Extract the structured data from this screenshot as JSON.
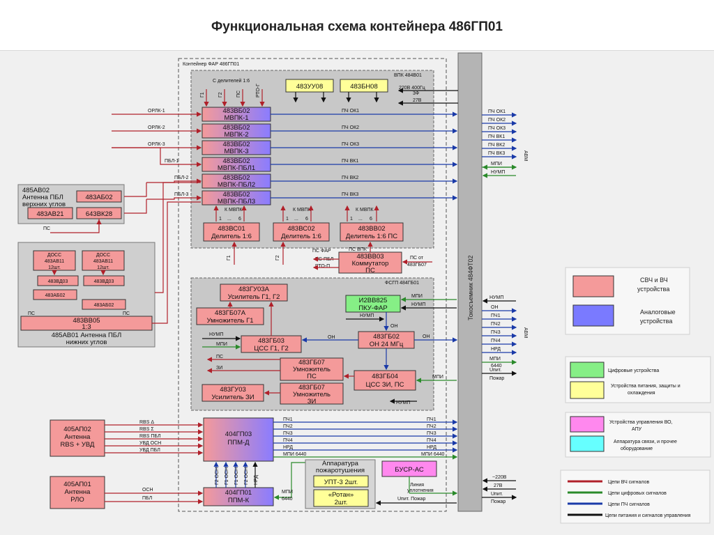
{
  "title": "Функциональная схема контейнера 486ГП01",
  "container": "Контейнер ФАР 486ГП01",
  "vpk": {
    "label": "ВПК 484В01",
    "top_inputs": [
      "С делителей 1:6",
      "Г1",
      "Г2",
      "ПС",
      "РТО-Г"
    ],
    "y1": "483УУ08",
    "y2": "483БН08",
    "power": [
      "220В 400Гц",
      "3Ф",
      "27В"
    ],
    "rows": [
      {
        "l1": "483ВБ02",
        "l2": "МВПК-1",
        "in": "ОРЛК-1",
        "out": "ПЧ ОК1"
      },
      {
        "l1": "483ВБ02",
        "l2": "МВПК-2",
        "in": "ОРЛК-2",
        "out": "ПЧ ОК2"
      },
      {
        "l1": "483ВБ02",
        "l2": "МВПК-3",
        "in": "ОРЛК-3",
        "out": "ПЧ ОК3"
      },
      {
        "l1": "483ВБ02",
        "l2": "МВПК-ПБЛ1",
        "in": "ПБЛ-1",
        "out": "ПЧ ВК1"
      },
      {
        "l1": "483ВБ02",
        "l2": "МВПК-ПБЛ2",
        "in": "ПБЛ-2",
        "out": "ПЧ ВК2"
      },
      {
        "l1": "483ВБ02",
        "l2": "МВПК-ПБЛ3",
        "in": "ПБЛ-3",
        "out": "ПЧ ВК3"
      }
    ],
    "kmvpk": "К МВПК",
    "dividers": [
      {
        "l1": "483ВС01",
        "l2": "Делитель 1:6"
      },
      {
        "l1": "483ВС02",
        "l2": "Делитель 1:6"
      },
      {
        "l1": "483ВВ02",
        "l2": "Делитель 1:6 ПС"
      }
    ],
    "div_nums": [
      "1",
      "...",
      "6"
    ]
  },
  "right_outputs": [
    "ПЧ ОК1",
    "ПЧ ОК2",
    "ПЧ ОК3",
    "ПЧ ВК1",
    "ПЧ ВК2",
    "ПЧ ВК3",
    "МПИ",
    "НУМП"
  ],
  "avm_label": "АВМ",
  "avm_label2": "АВМ",
  "trunk_label": "Токосъемник 484ФТ02",
  "ant_top": {
    "title": [
      "485АВ02",
      "Антенна ПБЛ",
      "верхних углов"
    ],
    "b1": "483АБ02",
    "b2": "483АВ21",
    "b3": "643ВК28",
    "ps": "ПС"
  },
  "ant_bot": {
    "doss1": [
      "ДОСС",
      "483АВ11",
      "12шт."
    ],
    "doss2": [
      "ДОСС",
      "483АВ11",
      "12шт."
    ],
    "vd1": "483ВД03",
    "vd2": "483ВД03",
    "ab1": "483АБ02",
    "ab2": "483АБ02",
    "vv": [
      "483ВВ05",
      "1:3"
    ],
    "ps1": "ПС",
    "ps2": "ПС",
    "title": [
      "485АВ01 Антенна ПБЛ",
      "нижних углов"
    ]
  },
  "kommutator": {
    "l1": "483ВВ03",
    "l2": "Коммутатор",
    "l3": "ПС",
    "ps_far": "ПС ФАР",
    "ps_pbl": "ПС ПБЛ",
    "rto": "РТО-П",
    "ps_vpk": "ПС ВПК",
    "ps_from": "ПС от",
    "ps_from2": "483ГБ07",
    "g1": "Г1",
    "g2": "Г2"
  },
  "fsgp": {
    "label": "ФСГП 484ГБ01",
    "gu03a": [
      "483ГУ03А",
      "Усилитель Г1, Г2"
    ],
    "gb07a": [
      "483ГБ07А",
      "Умножитель Г1"
    ],
    "gb03": [
      "483ГБ03",
      "ЦСС Г1, Г2"
    ],
    "gb02": [
      "483ГБ02",
      "ОН 24 МГц"
    ],
    "iv": [
      "И2ВВ825",
      "ПКУ-ФАР"
    ],
    "gb07_1": [
      "483ГБ07",
      "Умножитель",
      "ПС"
    ],
    "gb07_2": [
      "483ГБ07",
      "Умножитель",
      "ЗИ"
    ],
    "gu03": [
      "483ГУ03",
      "Усилитель ЗИ"
    ],
    "gb04": [
      "483ГБ04",
      "ЦСС ЗИ, ПС"
    ],
    "sig": {
      "nump": "НУМП",
      "mpi": "МПИ",
      "on": "ОН",
      "ps": "ПС",
      "zi": "ЗИ",
      "nump2": "НУМП",
      "on2": "ОН",
      "on3": "ОН",
      "mpi2": "МПИ",
      "nump3": "НУМП"
    }
  },
  "right_outputs2": [
    "НУМП",
    "ОН",
    "ПЧ1",
    "ПЧ2",
    "ПЧ3",
    "ПЧ4",
    "НРД",
    "МПИ",
    "6440",
    "Uпит.",
    "Пожар"
  ],
  "ppm": {
    "gp03": [
      "404ГП03",
      "ППМ-Д"
    ],
    "gp01": [
      "404ГП01",
      "ППМ-К"
    ],
    "ant1": [
      "405АП02",
      "Антенна",
      "RBS + УВД"
    ],
    "ant2": [
      "405АП01",
      "Антенна",
      "РЛО"
    ],
    "in1": [
      "RBS Δ",
      "RBS Σ",
      "RBS ПБЛ",
      "УВД ОСН",
      "УВД ПБЛ"
    ],
    "in2": [
      "ОСН",
      "ПБЛ"
    ],
    "out": [
      "ПЧ1",
      "ПЧ2",
      "ПЧ3",
      "ПЧ4",
      "НРД",
      "МПИ 6440"
    ],
    "vert": [
      "Г2 ОСН",
      "Г1 ОСН",
      "Г1 ОСН",
      "Г2 ОСН",
      "НРД"
    ],
    "mpi": [
      "МПИ",
      "6440"
    ]
  },
  "fire": {
    "title": [
      "Аппаратура",
      "пожаротушения"
    ],
    "upt": "УПТ-3 2шт.",
    "rotan": [
      "«Ротан»",
      "2шт."
    ],
    "busr": "БУСР-АС",
    "line": [
      "Линия",
      "уплотнения"
    ],
    "upit": "Uпит. Пожар"
  },
  "power_right": [
    "~220В",
    "27В",
    "Uпит.",
    "Пожар"
  ],
  "legend": {
    "svch": [
      "СВЧ и ВЧ",
      "устройства"
    ],
    "analog": [
      "Аналоговые",
      "устройства"
    ],
    "digital": "Цифровые устройства",
    "power": [
      "Устройства питания, защиты и",
      "охлаждения"
    ],
    "ctrl": [
      "Устройства управления ВО,",
      "АПУ"
    ],
    "comm": [
      "Аппаратура связи, и прочее",
      "оборудование"
    ],
    "lines": [
      "Цепи ВЧ сигналов",
      "Цепи цифровых сигналов",
      "Цепи ПЧ сигналов",
      "Цепи питания и сигналов управления"
    ]
  },
  "colors": {
    "svch": "#f49a9a",
    "analog": "#7a7aff",
    "digital": "#86ef86",
    "power": "#ffff99",
    "ctrl": "#ff88ee",
    "comm": "#66ffff",
    "vch_line": "#b0202a",
    "dig_line": "#2a8a2a",
    "pch_line": "#1a3aa8",
    "pwr_line": "#111111"
  }
}
